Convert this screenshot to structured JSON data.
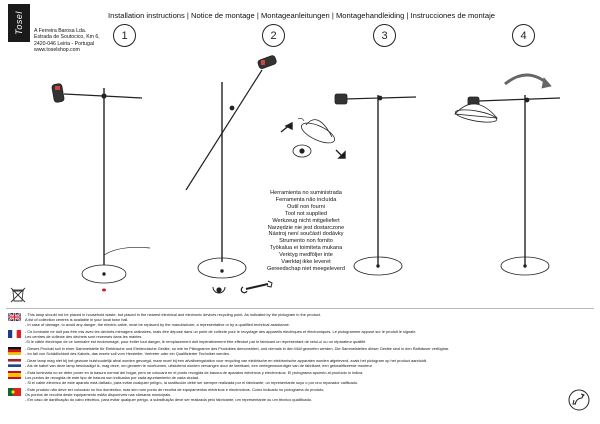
{
  "brand": {
    "logo": "Tosel"
  },
  "address": [
    "A Ferreira Barosa Lda.",
    "Estrada de Soutocico, Km 6,",
    "2420-046 Leiria - Portugal",
    "www.toselshop.com"
  ],
  "title": "Installation instructions | Notice de montage | Montageanleitungen | Montagehandleiding | Instrucciones de montaje",
  "steps": [
    "1",
    "2",
    "3",
    "4"
  ],
  "tools_note": [
    "Herramienta no suministrada",
    "Ferramenta não incluída",
    "Outil non fourni",
    "Tool not supplied",
    "Werkzeug nicht mitgeliefert",
    "Narzędzie nie jest dostarczone",
    "Nástroj není součástí dodávky",
    "Strumento non fornito",
    "Työkalua ei toimiteta mukana",
    "Verktyg medföljer inte",
    "Værktøj ikke leveret",
    "Gereedschap niet meegeleverd"
  ],
  "notices": [
    {
      "lang": "en",
      "lines": [
        "- This lamp should not be placed in household waste, but placed in the nearest electrical and electronic devices recycling point. As indicated by the pictogram in the product.",
        "A list of collection centres is available in your local town hall.",
        "- In case of damage, to avoid any danger, the electric cable, must be replaced by the manufacturer, a representative or by a qualified technical assistance."
      ]
    },
    {
      "lang": "fr",
      "lines": [
        "- Ce luminaire ne doit pas être mis avec les déchets ménagers ordinaires, mais être déposé dans un point de collecte pour le recyclage des appareils électriques et électroniques. Le pictogramme apposé sur le produit le signale.",
        "Les centres de collecte des déchets sont recensés dans les mairies.",
        "-Si le câble électrique de ce luminaire est endommagé, pour éviter tout danger, le remplacement doit impérativement être effectué par le fabricant un représentant de celui-ci ou un réparateur qualifié."
      ]
    },
    {
      "lang": "de",
      "lines": [
        "- Dieses Produkt soll in einer Sammelstelle für Elektrische und Elektronische Geräte, so wie im Piktogramm des Produktes demonstriert, und niemals in den Müll geworfen werden. Die Sammelstellen dieser Geräte sind in den Rathäuser verfügbar.",
        "- Im fall von Schädlichkeit des Kabels, das ersetz soll vom Hersteller, Vertreter oder ein Qualifizierter Techniker werden."
      ]
    },
    {
      "lang": "nl",
      "lines": [
        "- Deze lamp mag niet bij het gewone huishoudelijk afval worden gevoegd, maar moet bij een afvalbrengstation voor recycling van elektrische en elektronische apparaten worden afgeleverd, zoals het pictogram op het product aanduidt.",
        "- Als de kabel van deze lamp beschadigd is, mag deze, om gevaren te voorkomen, uitsluitend worden vervangen door de fabrikant, een vertegenwoordiger van de fabrikant, een gekwalificeerde monteur."
      ]
    },
    {
      "lang": "es",
      "lines": [
        "- Esta luminaria no se debe poner en la basura normal del hogar, pero se colocará en el punto recogida de basura de aparatos eléctricos y electrónicos. El pictograma apuesto al producto lo indica.",
        "Los puntos de recogida de este tipo de basura son indicados por cada ayuntamiento de cada ciudad.",
        "- Si el cable eléctrico de este aparato está dañado, para evitar cualquier peligro, la sustitución debe ser siempre realizada por el fabricante, un representante suyo o por uno reparador calificado."
      ]
    },
    {
      "lang": "pt",
      "lines": [
        "- Este produto não deve ser colocado no lixo doméstico, mas sim num ponto de recolha de equipamentos eléctricos e electrónicos. Como indicado no pictograma do produto.",
        "Os pontos de recolha deste equipamento estão disponíveis nas câmaras municipais.",
        "- Em caso de danificação do cabo eléctrico, para evitar qualquer perigo, a substituição deve ser realizada pelo fabricante, um representante ou um técnico qualificado."
      ]
    }
  ],
  "icons": [
    "recycle-bin-crossed-icon",
    "flag-uk-icon",
    "flag-france-icon",
    "flag-germany-icon",
    "flag-netherlands-icon",
    "flag-spain-icon",
    "flag-portugal-icon",
    "hand-recycle-icon"
  ]
}
